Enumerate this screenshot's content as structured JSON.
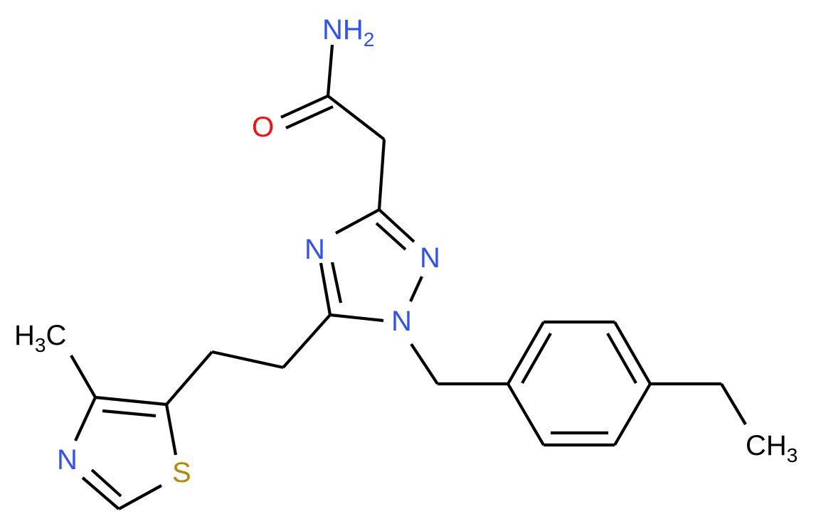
{
  "diagram": {
    "type": "chemical-structure",
    "name": "2-[1-(4-ethylbenzyl)-5-[2-(4-methyl-1,3-thiazol-5-yl)ethyl]-1H-1,2,4-triazol-3-yl]acetamide",
    "colors": {
      "bond": "#000000",
      "nitrogen": "#3050F8",
      "oxygen": "#FF0D0D",
      "sulfur": "#B8860B",
      "carbon": "#000000",
      "background": "#FFFFFF"
    },
    "labels": {
      "amide_n": {
        "main": "NH",
        "sub": "2"
      },
      "carbonyl_o": {
        "main": "O"
      },
      "triazole_n4": {
        "main": "N"
      },
      "triazole_n2": {
        "main": "N"
      },
      "triazole_n1": {
        "main": "N"
      },
      "thiazole_n": {
        "main": "N"
      },
      "thiazole_s": {
        "main": "S"
      },
      "methyl": {
        "pre": "H",
        "sub": "3",
        "post": "C"
      },
      "ethyl_ch3": {
        "main": "CH",
        "sub": "3"
      }
    }
  }
}
